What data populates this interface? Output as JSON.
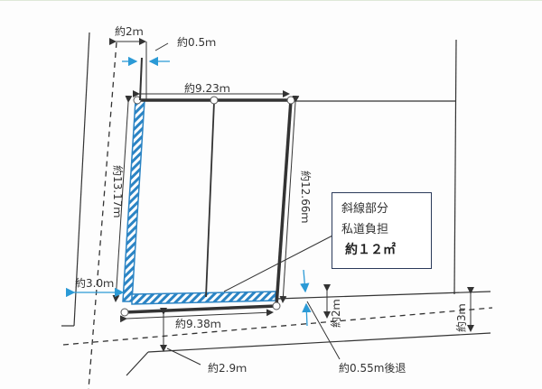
{
  "diagram": {
    "type": "land_survey_plan",
    "colors": {
      "line": "#333333",
      "hatch_blue": "#2b84c4",
      "arrow_blue": "#2b9ad6",
      "bg": "#ffffff"
    },
    "dimensions": {
      "road_width_top": "約2ｍ",
      "offset_top": "約0.5ｍ",
      "top_edge": "約9.23ｍ",
      "left_edge": "約13.17ｍ",
      "right_edge": "約12.66ｍ",
      "left_setback": "約3.0ｍ",
      "bottom_edge": "約9.38ｍ",
      "front_road": "約2.9ｍ",
      "road_width_bottom": "約2ｍ",
      "road_width_right": "約3ｍ",
      "setback": "約0.55m後退"
    },
    "legend_box": {
      "line1": "斜線部分",
      "line2": "私道負担",
      "line3": "約１２㎡"
    }
  }
}
